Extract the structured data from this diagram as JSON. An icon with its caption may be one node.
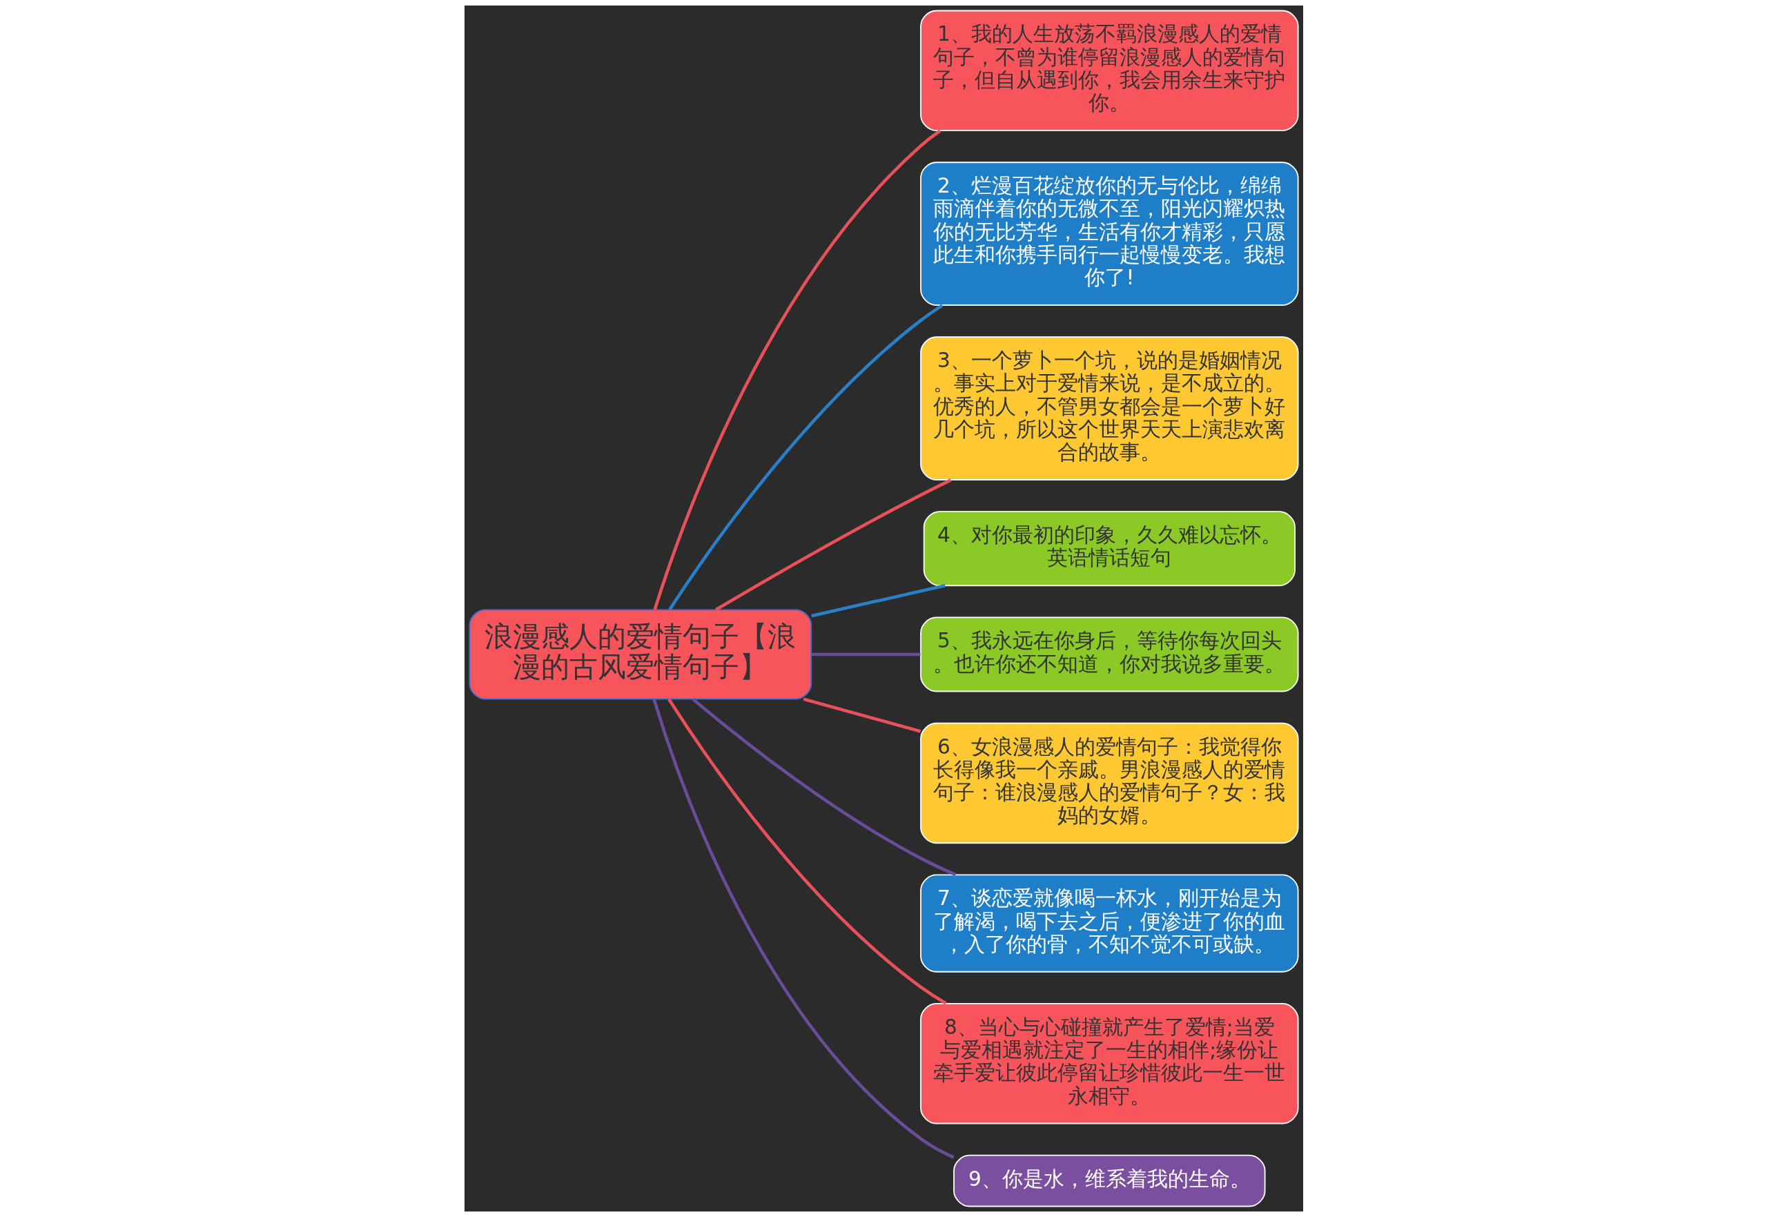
{
  "diagram": {
    "nodes": [
      {
        "text": [
          "浪漫感人的爱情句子【浪漫的古风爱情句子】"
        ]
      },
      {
        "text": [
          "1、我的人生放荡不羁浪漫感人的爱情句子，不曾为谁停留浪漫感人的爱情句子，但自从遇到你，我会用余生来守护你。"
        ]
      },
      {
        "text": [
          "2、烂漫百花绽放你的无与伦比，绵绵雨滴伴着你的无微不至，阳光闪耀炽热你的无比芳华，生活有你才精彩，只愿此生和你携手同行一起慢慢变老。我想你了!"
        ]
      },
      {
        "text": [
          "3、一个萝卜一个坑，说的是婚姻情况。事实上对于爱情来说，是不成立的。优秀的人，不管男女都会是一个萝卜好几个坑，所以这个世界天天上演悲欢离合的故事。"
        ]
      },
      {
        "text": [
          "4、对你最初的印象，久久难以忘怀。英语情话短句"
        ]
      },
      {
        "text": [
          "5、我永远在你身后，等待你每次回头。也许你还不知道，你对我说多重要。"
        ]
      },
      {
        "text": [
          "6、女浪漫感人的爱情句子：我觉得你长得像我一个亲戚。男浪漫感人的爱情句子：谁浪漫感人的爱情句子？女：我妈的女婿。"
        ]
      },
      {
        "text": [
          "7、谈恋爱就像喝一杯水，刚开始是为了解渴，喝下去之后，便渗进了你的血，入了你的骨，不知不觉不可或缺。"
        ]
      },
      {
        "text": [
          "8、当心与心碰撞就产生了爱情;当爱与爱相遇就注定了一生的相伴;缘份让牵手爱让彼此停留让珍惜彼此一生一世永相守。"
        ]
      },
      {
        "text": [
          "9、你是水，维系着我的生命。"
        ]
      }
    ],
    "edges": [
      {
        "from": 0,
        "to": 1,
        "arrow": "none",
        "color": "#e8505a"
      },
      {
        "from": 0,
        "to": 2,
        "arrow": "none",
        "color": "#2a80c8"
      },
      {
        "from": 0,
        "to": 3,
        "arrow": "none",
        "color": "#e8505a"
      },
      {
        "from": 0,
        "to": 4,
        "arrow": "none",
        "color": "#2a80c8"
      },
      {
        "from": 0,
        "to": 5,
        "arrow": "none",
        "color": "#6b4c9a"
      },
      {
        "from": 0,
        "to": 6,
        "arrow": "none",
        "color": "#e8505a"
      },
      {
        "from": 0,
        "to": 7,
        "arrow": "none",
        "color": "#6b4c9a"
      },
      {
        "from": 0,
        "to": 8,
        "arrow": "none",
        "color": "#e8505a"
      },
      {
        "from": 0,
        "to": 9,
        "arrow": "none",
        "color": "#6b4c9a"
      }
    ]
  }
}
